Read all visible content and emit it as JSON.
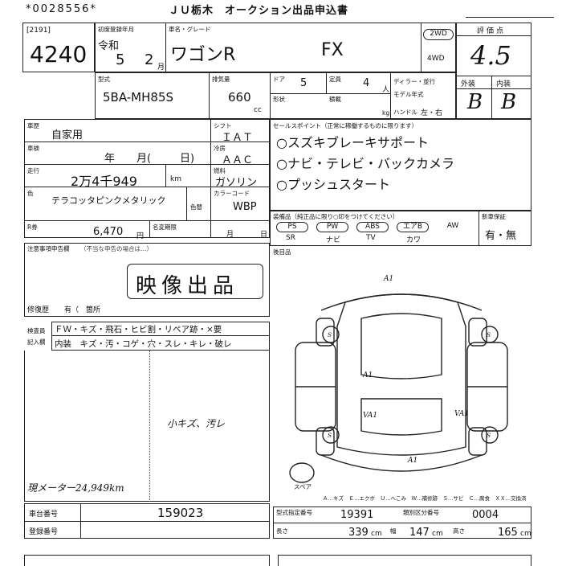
{
  "header": {
    "serial": "*0028556*",
    "title": "ＪＵ栃木　オークション出品申込書"
  },
  "lot": {
    "code": "[2191]",
    "number": "4240"
  },
  "registration": {
    "label": "初度登録年月",
    "era": "令和",
    "year": "5",
    "month": "2",
    "month_unit": "月"
  },
  "vehicle": {
    "name_label": "車名・グレード",
    "name": "ワゴンR",
    "grade": "FX",
    "drive_2wd": "2WD",
    "drive_4wd": "4WD",
    "model_label": "型式",
    "model": "5BA-MH85S",
    "displacement_label": "排気量",
    "displacement": "660",
    "displacement_unit": "cc",
    "doors_label": "ドア",
    "doors": "5",
    "capacity_label": "定員",
    "capacity": "4",
    "capacity_unit": "人",
    "shape_label": "形状",
    "loading_label": "積載",
    "loading_unit": "kg",
    "dealer_label": "ディラー・並行",
    "model_year_label": "モデル年式",
    "handle_label": "ハンドル",
    "handle_value": "左・右"
  },
  "rating": {
    "label": "評価点",
    "score": "4.5",
    "exterior_label": "外装",
    "interior_label": "内装",
    "exterior": "B",
    "interior": "B"
  },
  "details": {
    "usage_label": "車歴",
    "usage": "自家用",
    "inspection_label": "車検",
    "inspection_year": "年",
    "inspection_month": "月(",
    "inspection_day": "日)",
    "mileage_label": "走行",
    "mileage": "2万4千949",
    "mileage_unit": "km",
    "color_label": "色",
    "color": "テラコッタピンクメタリック",
    "recolor_label": "色替",
    "tax_label": "R券",
    "tax": "6,470",
    "tax_unit": "円",
    "name_change_label": "名変期限",
    "name_change_month": "月",
    "name_change_day": "日",
    "shift_label": "シフト",
    "shift": "ＩＡＴ",
    "ac_label": "冷房",
    "ac": "ＡＡＣ",
    "fuel_label": "燃料",
    "fuel": "ガソリン",
    "color_code_label": "カラーコード",
    "color_code": "WBP"
  },
  "sales_points": {
    "label": "セールスポイント（正常に稼働するものに限ります）",
    "items": [
      "○スズキブレーキサポート",
      "○ナビ・テレビ・バックカメラ",
      "○プッシュスタート"
    ]
  },
  "equipment": {
    "label": "装備品（純正品に限り○印をつけてください）",
    "top": [
      "PS",
      "PW",
      "ABS",
      "エアB",
      "AW"
    ],
    "bottom": [
      "SR",
      "ナビ",
      "TV",
      "カワ"
    ],
    "new_label": "新車保証",
    "new_value": "有・無"
  },
  "notes": {
    "label": "注意事項申告欄",
    "sublabel": "（不当な申告の場合は…）",
    "stamp": "映像出品",
    "repair_label": "修復歴",
    "repair_value": "有（　箇所",
    "after_label": "後目品"
  },
  "inspector": {
    "row1_label": "検査員",
    "row1": "ＦＷ・キズ・飛石・ヒビ割・リペア跡・×要",
    "row2_label": "記入欄",
    "row2": "内装　キズ・汚・コゲ・穴・スレ・キレ・破レ",
    "handwritten": "小キズ、汚レ",
    "mileage_note": "現メーター24,949km"
  },
  "diagram_marks": {
    "top": "A1",
    "left_side": "A1",
    "left_rear": "VA1",
    "right_rear": "VA1",
    "bottom": "A1",
    "front_left": "S",
    "front_right": "S",
    "rear_left": "S",
    "rear_right": "S",
    "spare": "スペア"
  },
  "legend": "Ａ…キズ　Ｅ…エクボ　Ｕ…へこみ　Ｗ…補修跡　Ｓ…サビ　Ｃ…腐食　ＸＸ…交換済",
  "footer": {
    "car_number_label": "車台番号",
    "car_number": "159023",
    "reg_number_label": "登録番号",
    "type_code_label": "型式指定番号",
    "type_code": "19391",
    "class_code_label": "類別区分番号",
    "class_code": "0004",
    "length_label": "長さ",
    "length": "339",
    "length_unit": "cm",
    "width_label": "幅",
    "width": "147",
    "width_unit": "cm",
    "height_label": "高さ",
    "height": "165",
    "height_unit": "cm"
  }
}
